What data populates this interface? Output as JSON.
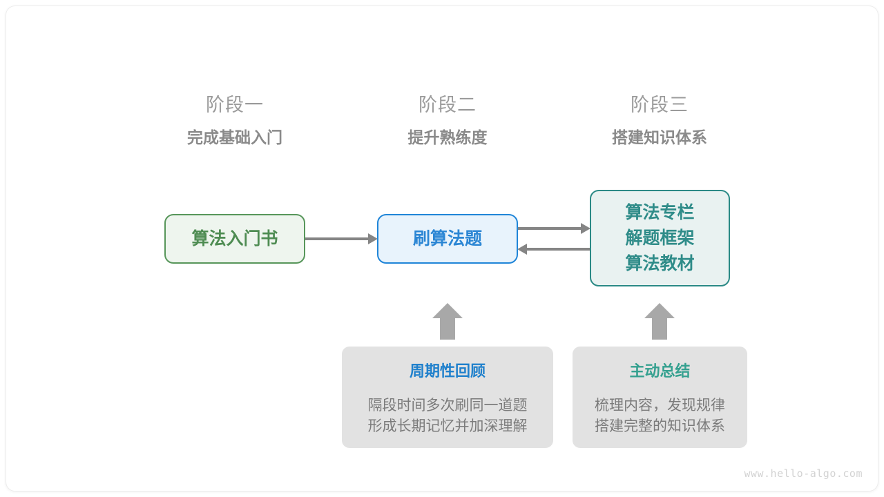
{
  "diagram": {
    "title": "algorithm-learning-roadmap",
    "watermark": "www.hello-algo.com",
    "colors": {
      "green": "#4e8c52",
      "blue": "#2b86d4",
      "teal": "#2f8c89",
      "gray_text": "#7b7b7b",
      "stage_label": "#9b9b9b",
      "arrow": "#858585",
      "card_bg": "#e2e2e2"
    }
  },
  "stages": [
    {
      "label": "阶段一",
      "title": "完成基础入门"
    },
    {
      "label": "阶段二",
      "title": "提升熟练度"
    },
    {
      "label": "阶段三",
      "title": "搭建知识体系"
    }
  ],
  "nodes": {
    "book": {
      "lines": [
        "算法入门书"
      ]
    },
    "practice": {
      "lines": [
        "刷算法题"
      ]
    },
    "system": {
      "lines": [
        "算法专栏",
        "解题框架",
        "算法教材"
      ]
    }
  },
  "info_cards": [
    {
      "title": "周期性回顾",
      "body": [
        "隔段时间多次刷同一道题",
        "形成长期记忆并加深理解"
      ]
    },
    {
      "title": "主动总结",
      "body": [
        "梳理内容，发现规律",
        "搭建完整的知识体系"
      ]
    }
  ],
  "connectors": [
    {
      "name": "book-to-practice",
      "direction": "right"
    },
    {
      "name": "practice-to-system",
      "direction": "right"
    },
    {
      "name": "system-to-practice",
      "direction": "left"
    },
    {
      "name": "review-to-practice",
      "direction": "up"
    },
    {
      "name": "summary-to-system",
      "direction": "up"
    }
  ]
}
